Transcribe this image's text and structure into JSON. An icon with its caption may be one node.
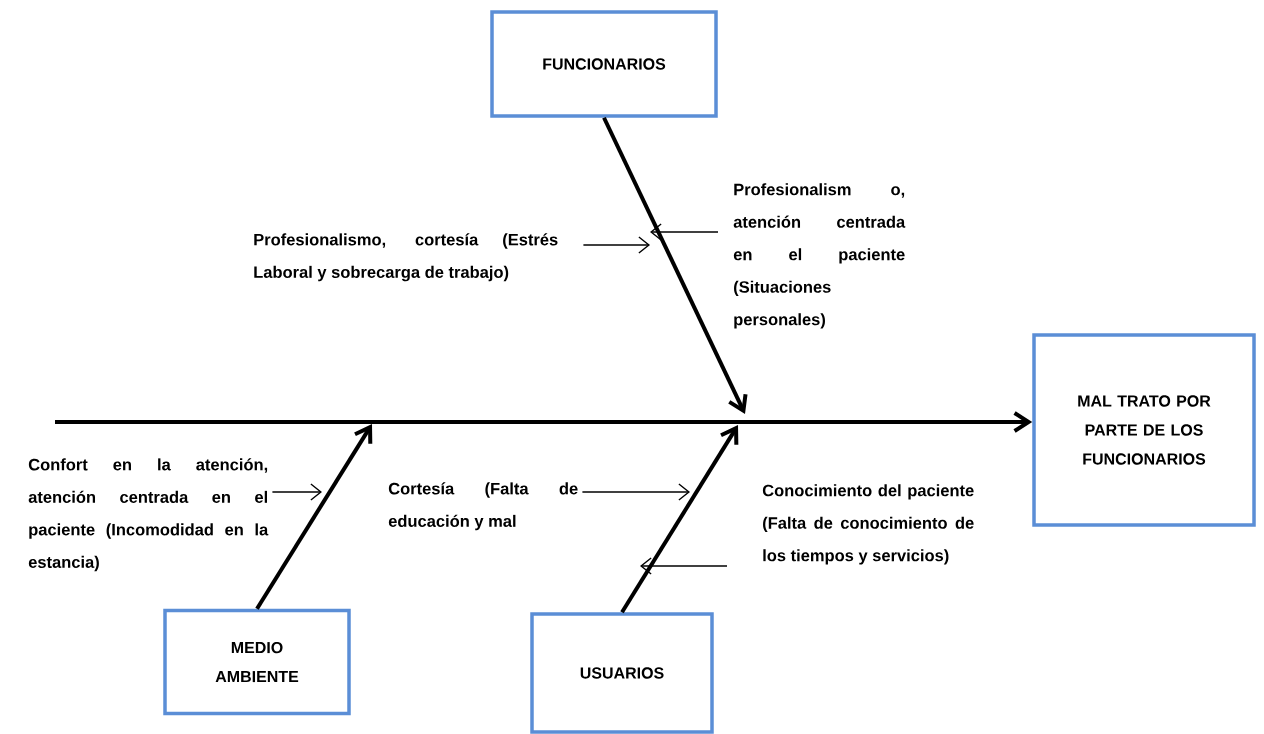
{
  "diagram": {
    "nodes": [
      {
        "text": [
          "FUNCIONARIOS"
        ]
      },
      {
        "text": [
          "MAL TRATO POR PARTE DE LOS FUNCIONARIOS"
        ]
      },
      {
        "text": [
          "MEDIO AMBIENTE"
        ]
      },
      {
        "text": [
          "USUARIOS"
        ]
      },
      {
        "text": [
          "Profesionalismo, cortesía (Estrés Laboral y sobrecarga de trabajo)"
        ]
      },
      {
        "text": [
          "Profesionalism o, atención centrada en el paciente (Situaciones personales)"
        ]
      },
      {
        "text": [
          "Confort en la atención, atención centrada en el paciente (Incomodidad en la estancia)"
        ]
      },
      {
        "text": [
          "Cortesía (Falta de educación y mal"
        ]
      },
      {
        "text": [
          "Conocimiento del paciente (Falta de conocimiento de los tiempos y servicios)"
        ]
      }
    ],
    "edges": [
      {
        "from": null,
        "to": 1,
        "arrow": "to",
        "style": "thick"
      },
      {
        "from": 0,
        "to": null,
        "arrow": "to",
        "style": "thick"
      },
      {
        "from": 2,
        "to": null,
        "arrow": "to",
        "style": "thick"
      },
      {
        "from": 3,
        "to": null,
        "arrow": "to",
        "style": "thick"
      },
      {
        "from": 4,
        "to": null,
        "arrow": "to"
      },
      {
        "from": 5,
        "to": null,
        "arrow": "to"
      },
      {
        "from": 6,
        "to": null,
        "arrow": "to"
      },
      {
        "from": 7,
        "to": null,
        "arrow": "to"
      },
      {
        "from": 8,
        "to": null,
        "arrow": "to"
      }
    ]
  }
}
